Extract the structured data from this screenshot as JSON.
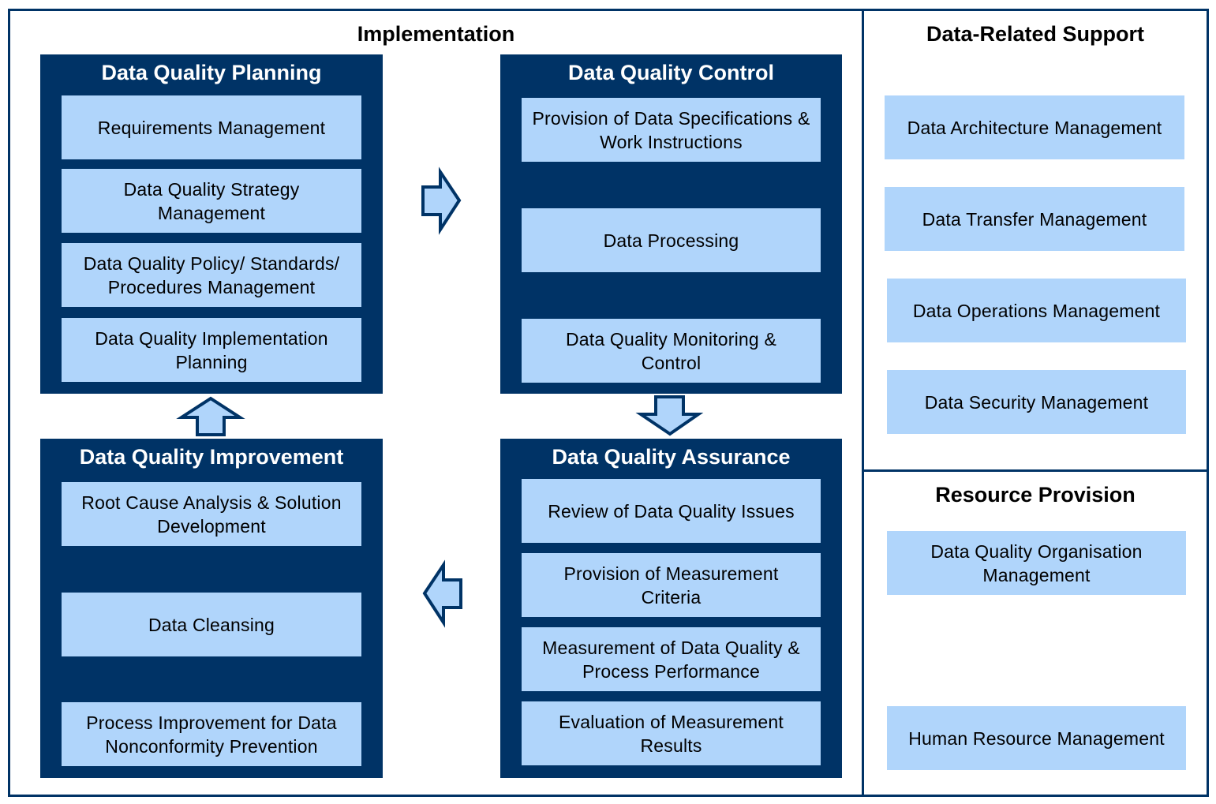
{
  "implementation": {
    "title": "Implementation",
    "planning": {
      "title": "Data Quality Planning",
      "items": [
        "Requirements Management",
        "Data Quality Strategy Management",
        "Data Quality Policy/ Standards/ Procedures Management",
        "Data Quality Implementation Planning"
      ]
    },
    "control": {
      "title": "Data Quality Control",
      "items": [
        "Provision of Data Specifications & Work Instructions",
        "Data Processing",
        "Data Quality Monitoring & Control"
      ]
    },
    "improvement": {
      "title": "Data Quality Improvement",
      "items": [
        "Root Cause Analysis & Solution Development",
        "Data Cleansing",
        "Process Improvement for Data Nonconformity Prevention"
      ]
    },
    "assurance": {
      "title": "Data Quality Assurance",
      "items": [
        "Review of Data Quality Issues",
        "Provision of Measurement Criteria",
        "Measurement of Data Quality & Process Performance",
        "Evaluation of Measurement Results"
      ]
    }
  },
  "data_related_support": {
    "title": "Data-Related Support",
    "items": [
      "Data Architecture Management",
      "Data Transfer Management",
      "Data Operations Management",
      "Data Security Management"
    ]
  },
  "resource_provision": {
    "title": "Resource Provision",
    "items": [
      "Data Quality Organisation Management",
      "Human Resource Management"
    ]
  },
  "colors": {
    "frame": "#003366",
    "dark_panel": "#003366",
    "light_box": "#b0d5fb",
    "arrow_fill": "#b0d5fb",
    "arrow_stroke": "#003366"
  },
  "icons": [
    "arrow-right-icon",
    "arrow-down-icon",
    "arrow-left-icon",
    "arrow-up-icon"
  ]
}
